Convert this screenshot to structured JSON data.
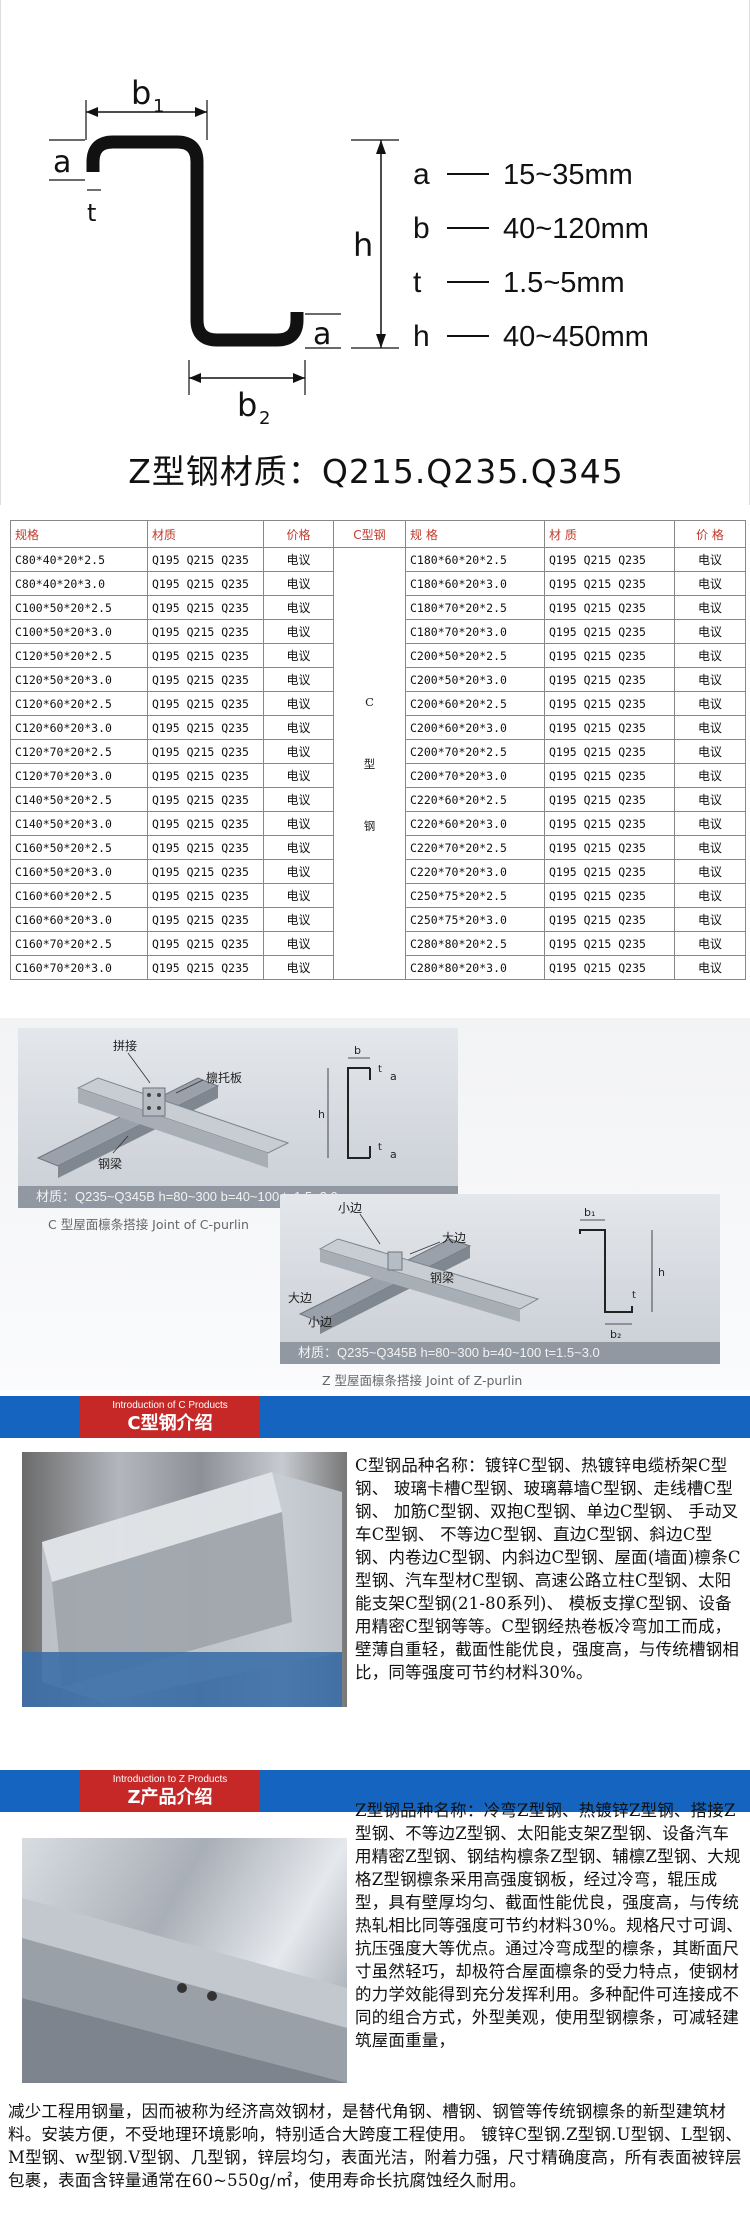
{
  "diagram": {
    "labels": {
      "a": "a",
      "b1": "b",
      "b1_sub": "1",
      "t": "t",
      "h": "h",
      "a2": "a",
      "b2": "b",
      "b2_sub": "2"
    },
    "specs": [
      {
        "sym": "a",
        "range": "15~35mm"
      },
      {
        "sym": "b",
        "range": "40~120mm"
      },
      {
        "sym": "t",
        "range": "1.5~5mm"
      },
      {
        "sym": "h",
        "range": "40~450mm"
      }
    ],
    "material_title": "Z型钢材质：Q215.Q235.Q345"
  },
  "table": {
    "headers": {
      "spec": "规格",
      "material": "材质",
      "price": "价格",
      "c_type": "C型钢",
      "spec2": "规 格",
      "material2": "材 质",
      "price2": "价 格"
    },
    "c_mark": [
      "C",
      "型",
      "钢"
    ],
    "left_rows": [
      [
        "C80*40*20*2.5",
        "Q195 Q215 Q235",
        "电议"
      ],
      [
        "C80*40*20*3.0",
        "Q195 Q215 Q235",
        "电议"
      ],
      [
        "C100*50*20*2.5",
        "Q195 Q215 Q235",
        "电议"
      ],
      [
        "C100*50*20*3.0",
        "Q195 Q215 Q235",
        "电议"
      ],
      [
        "C120*50*20*2.5",
        "Q195 Q215 Q235",
        "电议"
      ],
      [
        "C120*50*20*3.0",
        "Q195 Q215 Q235",
        "电议"
      ],
      [
        "C120*60*20*2.5",
        "Q195 Q215 Q235",
        "电议"
      ],
      [
        "C120*60*20*3.0",
        "Q195 Q215 Q235",
        "电议"
      ],
      [
        "C120*70*20*2.5",
        "Q195 Q215 Q235",
        "电议"
      ],
      [
        "C120*70*20*3.0",
        "Q195 Q215 Q235",
        "电议"
      ],
      [
        "C140*50*20*2.5",
        "Q195 Q215 Q235",
        "电议"
      ],
      [
        "C140*50*20*3.0",
        "Q195 Q215 Q235",
        "电议"
      ],
      [
        "C160*50*20*2.5",
        "Q195 Q215 Q235",
        "电议"
      ],
      [
        "C160*50*20*3.0",
        "Q195 Q215 Q235",
        "电议"
      ],
      [
        "C160*60*20*2.5",
        "Q195 Q215 Q235",
        "电议"
      ],
      [
        "C160*60*20*3.0",
        "Q195 Q215 Q235",
        "电议"
      ],
      [
        "C160*70*20*2.5",
        "Q195 Q215 Q235",
        "电议"
      ],
      [
        "C160*70*20*3.0",
        "Q195 Q215 Q235",
        "电议"
      ]
    ],
    "right_rows": [
      [
        "C180*60*20*2.5",
        "Q195 Q215 Q235",
        "电议"
      ],
      [
        "C180*60*20*3.0",
        "Q195 Q215 Q235",
        "电议"
      ],
      [
        "C180*70*20*2.5",
        "Q195 Q215 Q235",
        "电议"
      ],
      [
        "C180*70*20*3.0",
        "Q195 Q215 Q235",
        "电议"
      ],
      [
        "C200*50*20*2.5",
        "Q195 Q215 Q235",
        "电议"
      ],
      [
        "C200*50*20*3.0",
        "Q195 Q215 Q235",
        "电议"
      ],
      [
        "C200*60*20*2.5",
        "Q195 Q215 Q235",
        "电议"
      ],
      [
        "C200*60*20*3.0",
        "Q195 Q215 Q235",
        "电议"
      ],
      [
        "C200*70*20*2.5",
        "Q195 Q215 Q235",
        "电议"
      ],
      [
        "C200*70*20*3.0",
        "Q195 Q215 Q235",
        "电议"
      ],
      [
        "C220*60*20*2.5",
        "Q195 Q215 Q235",
        "电议"
      ],
      [
        "C220*60*20*3.0",
        "Q195 Q215 Q235",
        "电议"
      ],
      [
        "C220*70*20*2.5",
        "Q195 Q215 Q235",
        "电议"
      ],
      [
        "C220*70*20*3.0",
        "Q195 Q215 Q235",
        "电议"
      ],
      [
        "C250*75*20*2.5",
        "Q195 Q215 Q235",
        "电议"
      ],
      [
        "C250*75*20*3.0",
        "Q195 Q215 Q235",
        "电议"
      ],
      [
        "C280*80*20*2.5",
        "Q195 Q215 Q235",
        "电议"
      ],
      [
        "C280*80*20*3.0",
        "Q195 Q215 Q235",
        "电议"
      ]
    ]
  },
  "joints": {
    "c_panel": {
      "label_splice": "拼接",
      "label_bracket": "檩托板",
      "label_beam": "钢梁",
      "caption": "材质：Q235~Q345B  h=80~300  b=40~100  t=1.5~3.0",
      "dim_b": "b",
      "dim_t": "t",
      "dim_a": "a",
      "dim_h": "h"
    },
    "c_title": "C 型屋面檩条搭接 Joint of C-purlin",
    "z_panel": {
      "label_small_top": "小边",
      "label_big_right": "大边",
      "label_beam": "钢梁",
      "label_big_left": "大边",
      "label_small_left": "小边",
      "caption": "材质：Q235~Q345B  h=80~300  b=40~100  t=1.5~3.0",
      "dim_b1": "b₁",
      "dim_b2": "b₂",
      "dim_h": "h",
      "dim_t": "t"
    },
    "z_title": "Z 型屋面檩条搭接 Joint of Z-purlin"
  },
  "c_intro": {
    "tag_en": "Introduction of C Products",
    "tag_cn": "C型钢介绍",
    "text": "C型钢品种名称：镀锌C型钢、热镀锌电缆桥架C型钢、 玻璃卡槽C型钢、玻璃幕墙C型钢、走线槽C型钢、 加筋C型钢、双抱C型钢、单边C型钢、 手动叉车C型钢、 不等边C型钢、直边C型钢、斜边C型钢、内卷边C型钢、内斜边C型钢、屋面(墙面)檩条C型钢、汽车型材C型钢、高速公路立柱C型钢、太阳能支架C型钢(21-80系列)、 模板支撑C型钢、设备用精密C型钢等等。C型钢经热卷板冷弯加工而成，壁薄自重轻，截面性能优良，强度高，与传统槽钢相比，同等强度可节约材料30%。"
  },
  "z_intro": {
    "tag_en": "Introduction to Z Products",
    "tag_cn": "Z产品介绍",
    "text_side": "Z型钢品种名称：冷弯Z型钢、热镀锌Z型钢、搭接Z型钢、不等边Z型钢、太阳能支架Z型钢、设备汽车用精密Z型钢、钢结构檩条Z型钢、辅檩Z型钢、大规格Z型钢檩条采用高强度钢板，经过冷弯，辊压成型，具有壁厚均匀、截面性能优良，强度高，与传统热轧相比同等强度可节约材料30%。规格尺寸可调、抗压强度大等优点。通过冷弯成型的檩条，其断面尺寸虽然轻巧，却极符合屋面檩条的受力特点，使钢材的力学效能得到充分发挥利用。多种配件可连接成不同的组合方式，外型美观，使用型钢檩条，可减轻建筑屋面重量，",
    "text_full": "减少工程用钢量，因而被称为经济高效钢材，是替代角钢、槽钢、钢管等传统钢檩条的新型建筑材料。安装方便，不受地理环境影响，特别适合大跨度工程使用。 镀锌C型钢.Z型钢.U型钢、L型钢、M型钢、w型钢.V型钢、几型钢，锌层均匀，表面光洁，附着力强，尺寸精确度高，所有表面被锌层包裹，表面含锌量通常在60~550g/㎡，使用寿命长抗腐蚀经久耐用。"
  }
}
